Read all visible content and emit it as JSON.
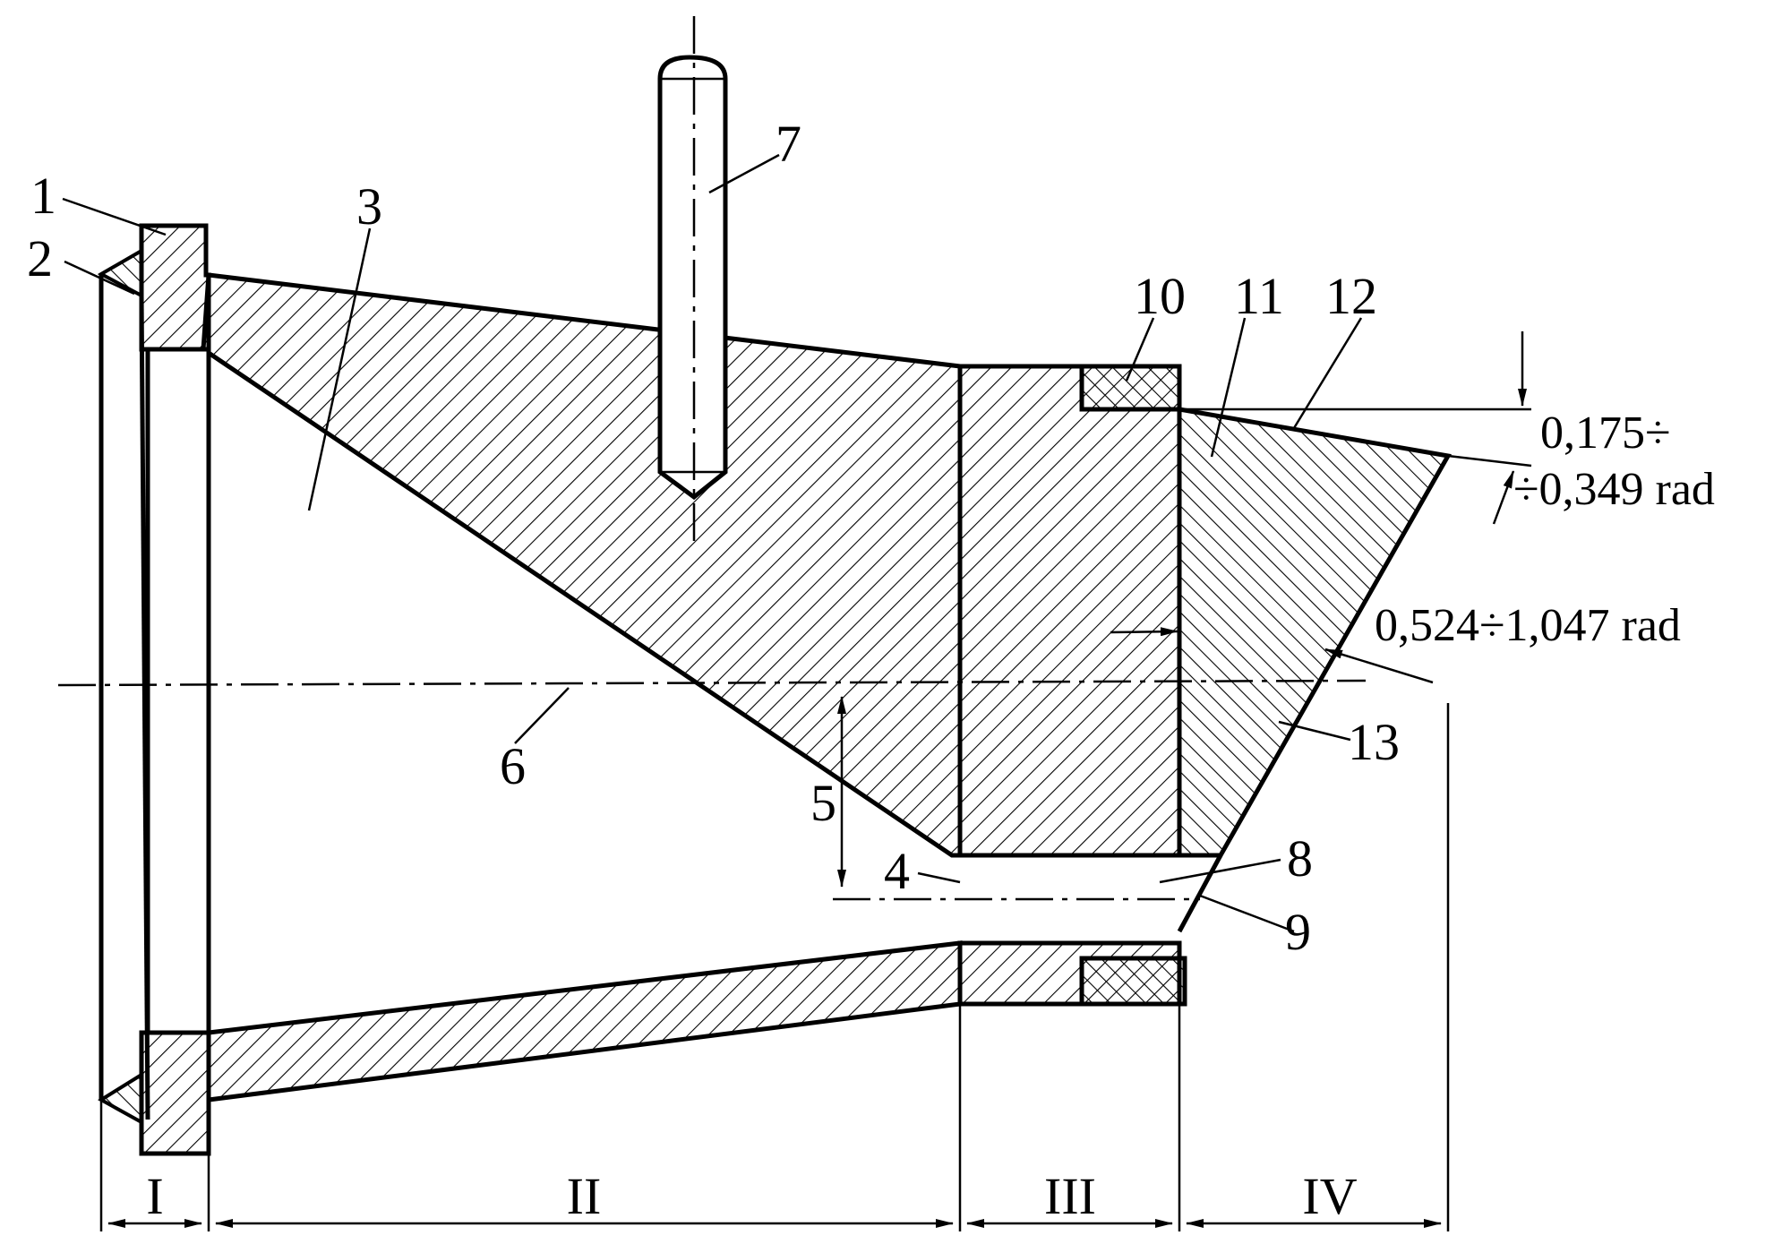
{
  "labels": {
    "n1": "1",
    "n2": "2",
    "n3": "3",
    "n4": "4",
    "n5": "5",
    "n6": "6",
    "n7": "7",
    "n8": "8",
    "n9": "9",
    "n10": "10",
    "n11": "11",
    "n12": "12",
    "n13": "13"
  },
  "angles": {
    "small_line1": "0,175÷",
    "small_line2": "÷0,349 rad",
    "large": "0,524÷1,047 rad"
  },
  "zones": [
    "I",
    "II",
    "III",
    "IV"
  ]
}
